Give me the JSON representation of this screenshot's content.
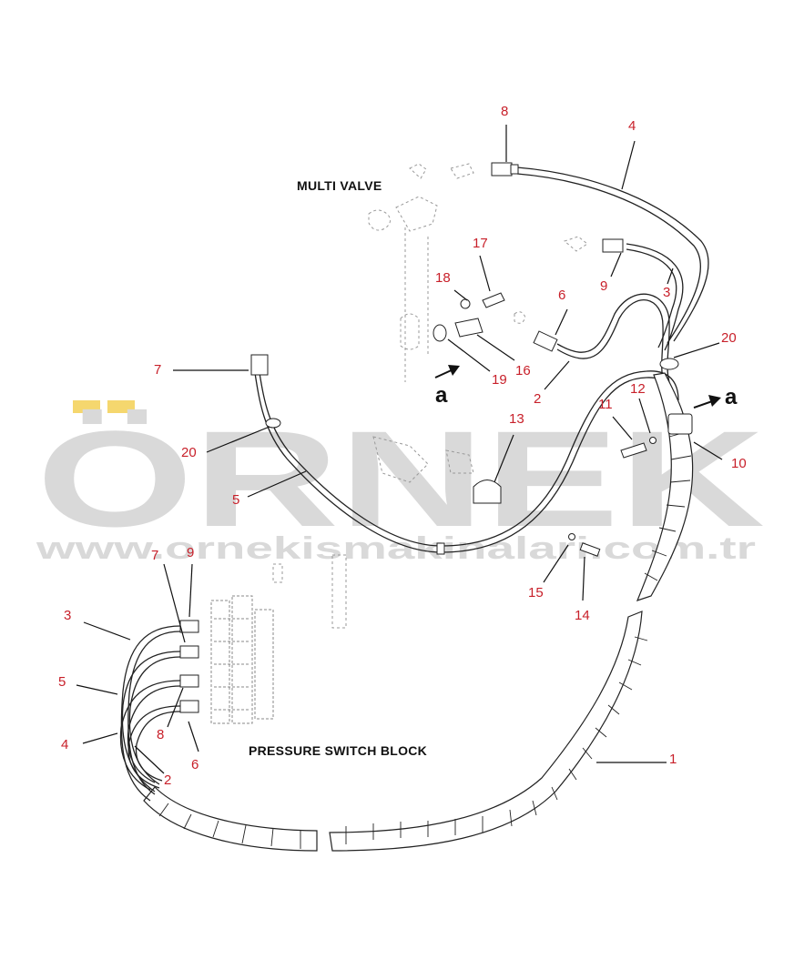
{
  "labels": {
    "multi_valve": "MULTI VALVE",
    "pressure_switch_block": "PRESSURE SWITCH BLOCK",
    "view_a_left": "a",
    "view_a_right": "a"
  },
  "watermark": {
    "brand": "ÖRNEK",
    "url": "www.ornekismakinalari.com.tr",
    "text_color": "#d9d9d9",
    "accent_color": "#f5d76e"
  },
  "callouts": {
    "c8_top": "8",
    "c4_top": "4",
    "c9_top": "9",
    "c3_top": "3",
    "c17": "17",
    "c18": "18",
    "c6_top": "6",
    "c7_left": "7",
    "c19": "19",
    "c16": "16",
    "c2_mid": "2",
    "c20_right": "20",
    "c11": "11",
    "c12": "12",
    "c13": "13",
    "c20_left": "20",
    "c10": "10",
    "c5_mid": "5",
    "c15": "15",
    "c14": "14",
    "c7_low": "7",
    "c9_low": "9",
    "c3_low": "3",
    "c5_low": "5",
    "c4_low": "4",
    "c8_low": "8",
    "c6_low": "6",
    "c2_low": "2",
    "c1": "1"
  },
  "colors": {
    "callout": "#c8202a",
    "line": "#222222"
  }
}
